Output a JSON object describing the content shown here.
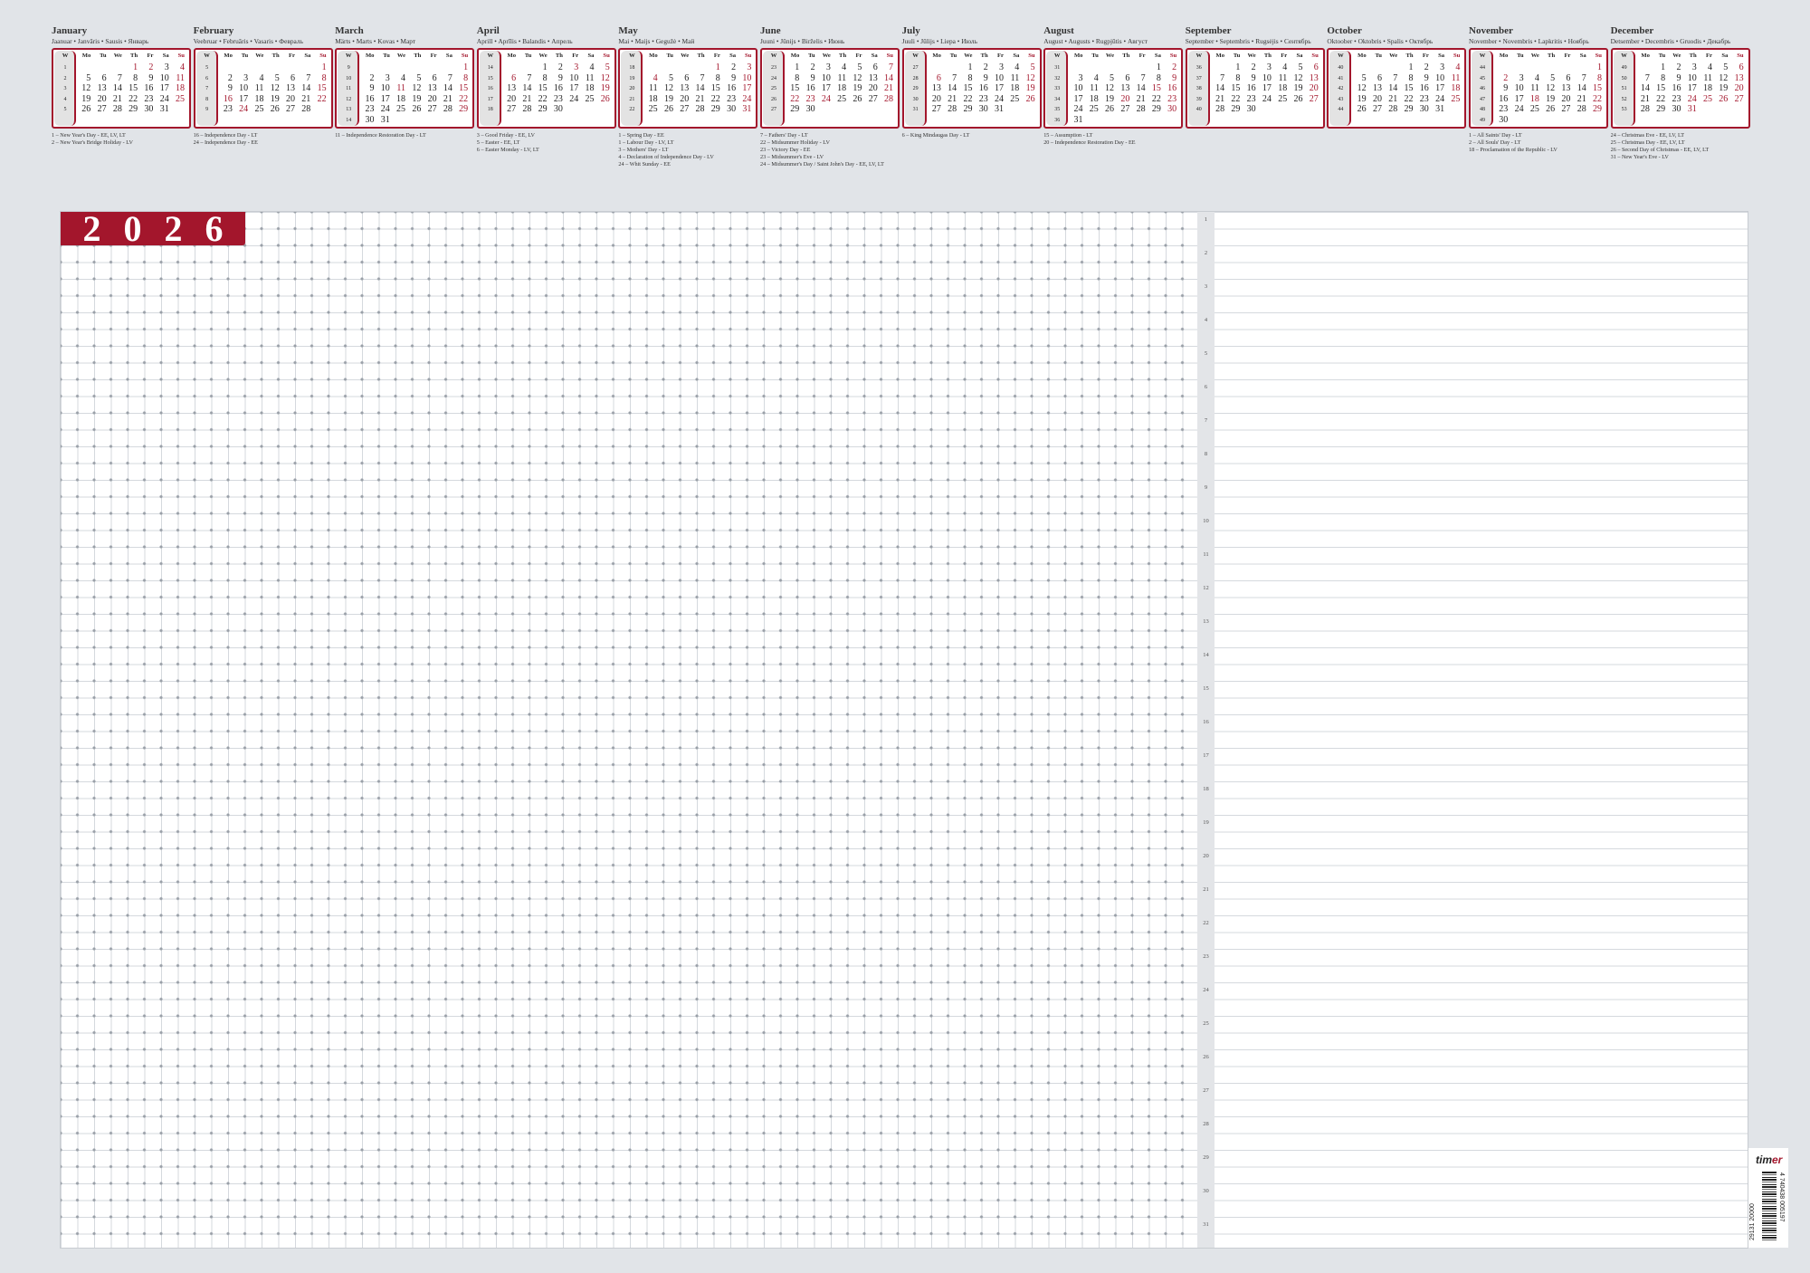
{
  "year_digits": [
    "2",
    "0",
    "2",
    "6"
  ],
  "weekday_header": {
    "week": "W",
    "days": [
      "Mo",
      "Tu",
      "We",
      "Th",
      "Fr",
      "Sa",
      "Su"
    ]
  },
  "months": [
    {
      "name": "January",
      "subtitle": "Jaanuar • Janvāris • Sausis • Январь",
      "weeks": [
        1,
        2,
        3,
        4,
        5
      ],
      "rows": [
        [
          0,
          0,
          0,
          1,
          2,
          3,
          4
        ],
        [
          5,
          6,
          7,
          8,
          9,
          10,
          11
        ],
        [
          12,
          13,
          14,
          15,
          16,
          17,
          18
        ],
        [
          19,
          20,
          21,
          22,
          23,
          24,
          25
        ],
        [
          26,
          27,
          28,
          29,
          30,
          31,
          0
        ]
      ],
      "red": [
        1,
        2,
        4,
        11,
        18,
        25
      ],
      "holidays": [
        "1 – New Year's Day - EE, LV, LT",
        "2 – New Year's Bridge Holiday - LV"
      ]
    },
    {
      "name": "February",
      "subtitle": "Veebruar • Februāris • Vasaris • Февраль",
      "weeks": [
        5,
        6,
        7,
        8,
        9
      ],
      "rows": [
        [
          0,
          0,
          0,
          0,
          0,
          0,
          1
        ],
        [
          2,
          3,
          4,
          5,
          6,
          7,
          8
        ],
        [
          9,
          10,
          11,
          12,
          13,
          14,
          15
        ],
        [
          16,
          17,
          18,
          19,
          20,
          21,
          22
        ],
        [
          23,
          24,
          25,
          26,
          27,
          28,
          0
        ]
      ],
      "red": [
        1,
        8,
        15,
        16,
        22,
        24
      ],
      "holidays": [
        "16 – Independence Day - LT",
        "24 – Independence Day - EE"
      ]
    },
    {
      "name": "March",
      "subtitle": "Märts • Marts • Kovas • Март",
      "weeks": [
        9,
        10,
        11,
        12,
        13,
        14
      ],
      "rows": [
        [
          0,
          0,
          0,
          0,
          0,
          0,
          1
        ],
        [
          2,
          3,
          4,
          5,
          6,
          7,
          8
        ],
        [
          9,
          10,
          11,
          12,
          13,
          14,
          15
        ],
        [
          16,
          17,
          18,
          19,
          20,
          21,
          22
        ],
        [
          23,
          24,
          25,
          26,
          27,
          28,
          29
        ],
        [
          30,
          31,
          0,
          0,
          0,
          0,
          0
        ]
      ],
      "red": [
        1,
        8,
        11,
        15,
        22,
        29
      ],
      "holidays": [
        "11 – Independence Restoration Day - LT"
      ]
    },
    {
      "name": "April",
      "subtitle": "Aprill • Aprīlis • Balandis • Апрель",
      "weeks": [
        14,
        15,
        16,
        17,
        18
      ],
      "rows": [
        [
          0,
          0,
          1,
          2,
          3,
          4,
          5
        ],
        [
          6,
          7,
          8,
          9,
          10,
          11,
          12
        ],
        [
          13,
          14,
          15,
          16,
          17,
          18,
          19
        ],
        [
          20,
          21,
          22,
          23,
          24,
          25,
          26
        ],
        [
          27,
          28,
          29,
          30,
          0,
          0,
          0
        ]
      ],
      "red": [
        3,
        5,
        6,
        12,
        19,
        26
      ],
      "holidays": [
        "3 – Good Friday - EE, LV",
        "5 – Easter - EE, LT",
        "6 – Easter Monday - LV, LT"
      ]
    },
    {
      "name": "May",
      "subtitle": "Mai • Maijs • Gegužė • Май",
      "weeks": [
        18,
        19,
        20,
        21,
        22
      ],
      "rows": [
        [
          0,
          0,
          0,
          0,
          1,
          2,
          3
        ],
        [
          4,
          5,
          6,
          7,
          8,
          9,
          10
        ],
        [
          11,
          12,
          13,
          14,
          15,
          16,
          17
        ],
        [
          18,
          19,
          20,
          21,
          22,
          23,
          24
        ],
        [
          25,
          26,
          27,
          28,
          29,
          30,
          31
        ]
      ],
      "red": [
        1,
        3,
        4,
        10,
        17,
        24,
        31
      ],
      "holidays": [
        "1 – Spring Day - EE",
        "1 – Labour Day - LV, LT",
        "3 – Mothers' Day - LT",
        "4 – Declaration of Independence Day - LV",
        "24 – Whit Sunday - EE"
      ]
    },
    {
      "name": "June",
      "subtitle": "Juuni • Jūnijs • Birželis • Июнь",
      "weeks": [
        23,
        24,
        25,
        26,
        27
      ],
      "rows": [
        [
          1,
          2,
          3,
          4,
          5,
          6,
          7
        ],
        [
          8,
          9,
          10,
          11,
          12,
          13,
          14
        ],
        [
          15,
          16,
          17,
          18,
          19,
          20,
          21
        ],
        [
          22,
          23,
          24,
          25,
          26,
          27,
          28
        ],
        [
          29,
          30,
          0,
          0,
          0,
          0,
          0
        ]
      ],
      "red": [
        7,
        14,
        21,
        22,
        23,
        24,
        28
      ],
      "holidays": [
        "7 – Fathers' Day - LT",
        "22 – Midsummer Holiday - LV",
        "23 – Victory Day - EE",
        "23 – Midsummer's Eve - LV",
        "24 – Midsummer's Day / Saint John's Day - EE, LV, LT"
      ]
    },
    {
      "name": "July",
      "subtitle": "Juuli • Jūlijs • Liepa • Июль",
      "weeks": [
        27,
        28,
        29,
        30,
        31
      ],
      "rows": [
        [
          0,
          0,
          1,
          2,
          3,
          4,
          5
        ],
        [
          6,
          7,
          8,
          9,
          10,
          11,
          12
        ],
        [
          13,
          14,
          15,
          16,
          17,
          18,
          19
        ],
        [
          20,
          21,
          22,
          23,
          24,
          25,
          26
        ],
        [
          27,
          28,
          29,
          30,
          31,
          0,
          0
        ]
      ],
      "red": [
        5,
        6,
        12,
        19,
        26
      ],
      "holidays": [
        "6 – King Mindaugas Day - LT"
      ]
    },
    {
      "name": "August",
      "subtitle": "August • Augusts • Rugpjūtis • Август",
      "weeks": [
        31,
        32,
        33,
        34,
        35,
        36
      ],
      "rows": [
        [
          0,
          0,
          0,
          0,
          0,
          1,
          2
        ],
        [
          3,
          4,
          5,
          6,
          7,
          8,
          9
        ],
        [
          10,
          11,
          12,
          13,
          14,
          15,
          16
        ],
        [
          17,
          18,
          19,
          20,
          21,
          22,
          23
        ],
        [
          24,
          25,
          26,
          27,
          28,
          29,
          30
        ],
        [
          31,
          0,
          0,
          0,
          0,
          0,
          0
        ]
      ],
      "red": [
        2,
        9,
        15,
        16,
        20,
        23,
        30
      ],
      "holidays": [
        "15 – Assumption - LT",
        "20 – Independence Restoration Day - EE"
      ]
    },
    {
      "name": "September",
      "subtitle": "September • Septembris • Rugsėjis • Сентябрь",
      "weeks": [
        36,
        37,
        38,
        39,
        40
      ],
      "rows": [
        [
          0,
          1,
          2,
          3,
          4,
          5,
          6
        ],
        [
          7,
          8,
          9,
          10,
          11,
          12,
          13
        ],
        [
          14,
          15,
          16,
          17,
          18,
          19,
          20
        ],
        [
          21,
          22,
          23,
          24,
          25,
          26,
          27
        ],
        [
          28,
          29,
          30,
          0,
          0,
          0,
          0
        ]
      ],
      "red": [
        6,
        13,
        20,
        27
      ],
      "holidays": []
    },
    {
      "name": "October",
      "subtitle": "Oktoober • Oktobris • Spalis • Октябрь",
      "weeks": [
        40,
        41,
        42,
        43,
        44
      ],
      "rows": [
        [
          0,
          0,
          0,
          1,
          2,
          3,
          4
        ],
        [
          5,
          6,
          7,
          8,
          9,
          10,
          11
        ],
        [
          12,
          13,
          14,
          15,
          16,
          17,
          18
        ],
        [
          19,
          20,
          21,
          22,
          23,
          24,
          25
        ],
        [
          26,
          27,
          28,
          29,
          30,
          31,
          0
        ]
      ],
      "red": [
        4,
        11,
        18,
        25
      ],
      "holidays": []
    },
    {
      "name": "November",
      "subtitle": "November • Novembris • Lapkritis • Ноябрь",
      "weeks": [
        44,
        45,
        46,
        47,
        48,
        49
      ],
      "rows": [
        [
          0,
          0,
          0,
          0,
          0,
          0,
          1
        ],
        [
          2,
          3,
          4,
          5,
          6,
          7,
          8
        ],
        [
          9,
          10,
          11,
          12,
          13,
          14,
          15
        ],
        [
          16,
          17,
          18,
          19,
          20,
          21,
          22
        ],
        [
          23,
          24,
          25,
          26,
          27,
          28,
          29
        ],
        [
          30,
          0,
          0,
          0,
          0,
          0,
          0
        ]
      ],
      "red": [
        1,
        2,
        8,
        15,
        18,
        22,
        29
      ],
      "holidays": [
        "1 – All Saints' Day - LT",
        "2 – All Souls' Day - LT",
        "18 – Proclamation of the Republic - LV"
      ]
    },
    {
      "name": "December",
      "subtitle": "Detsember • Decembris • Gruodis • Декабрь",
      "weeks": [
        49,
        50,
        51,
        52,
        53
      ],
      "rows": [
        [
          0,
          1,
          2,
          3,
          4,
          5,
          6
        ],
        [
          7,
          8,
          9,
          10,
          11,
          12,
          13
        ],
        [
          14,
          15,
          16,
          17,
          18,
          19,
          20
        ],
        [
          21,
          22,
          23,
          24,
          25,
          26,
          27
        ],
        [
          28,
          29,
          30,
          31,
          0,
          0,
          0
        ]
      ],
      "red": [
        6,
        13,
        20,
        24,
        25,
        26,
        27,
        31
      ],
      "holidays": [
        "24 – Christmas Eve - EE, LV, LT",
        "25 – Christmas Day - EE, LV, LT",
        "26 – Second Day of Christmas - EE, LV, LT",
        "31 – New Year's Eve - LV"
      ]
    }
  ],
  "day_numbers": [
    1,
    2,
    3,
    4,
    5,
    6,
    7,
    8,
    9,
    10,
    11,
    12,
    13,
    14,
    15,
    16,
    17,
    18,
    19,
    20,
    21,
    22,
    23,
    24,
    25,
    26,
    27,
    28,
    29,
    30,
    31
  ],
  "brand": {
    "logo_text": "timer",
    "product_code": "29131 20000",
    "barcode_number": "4 740438 005197",
    "accent": "#a3162c"
  }
}
